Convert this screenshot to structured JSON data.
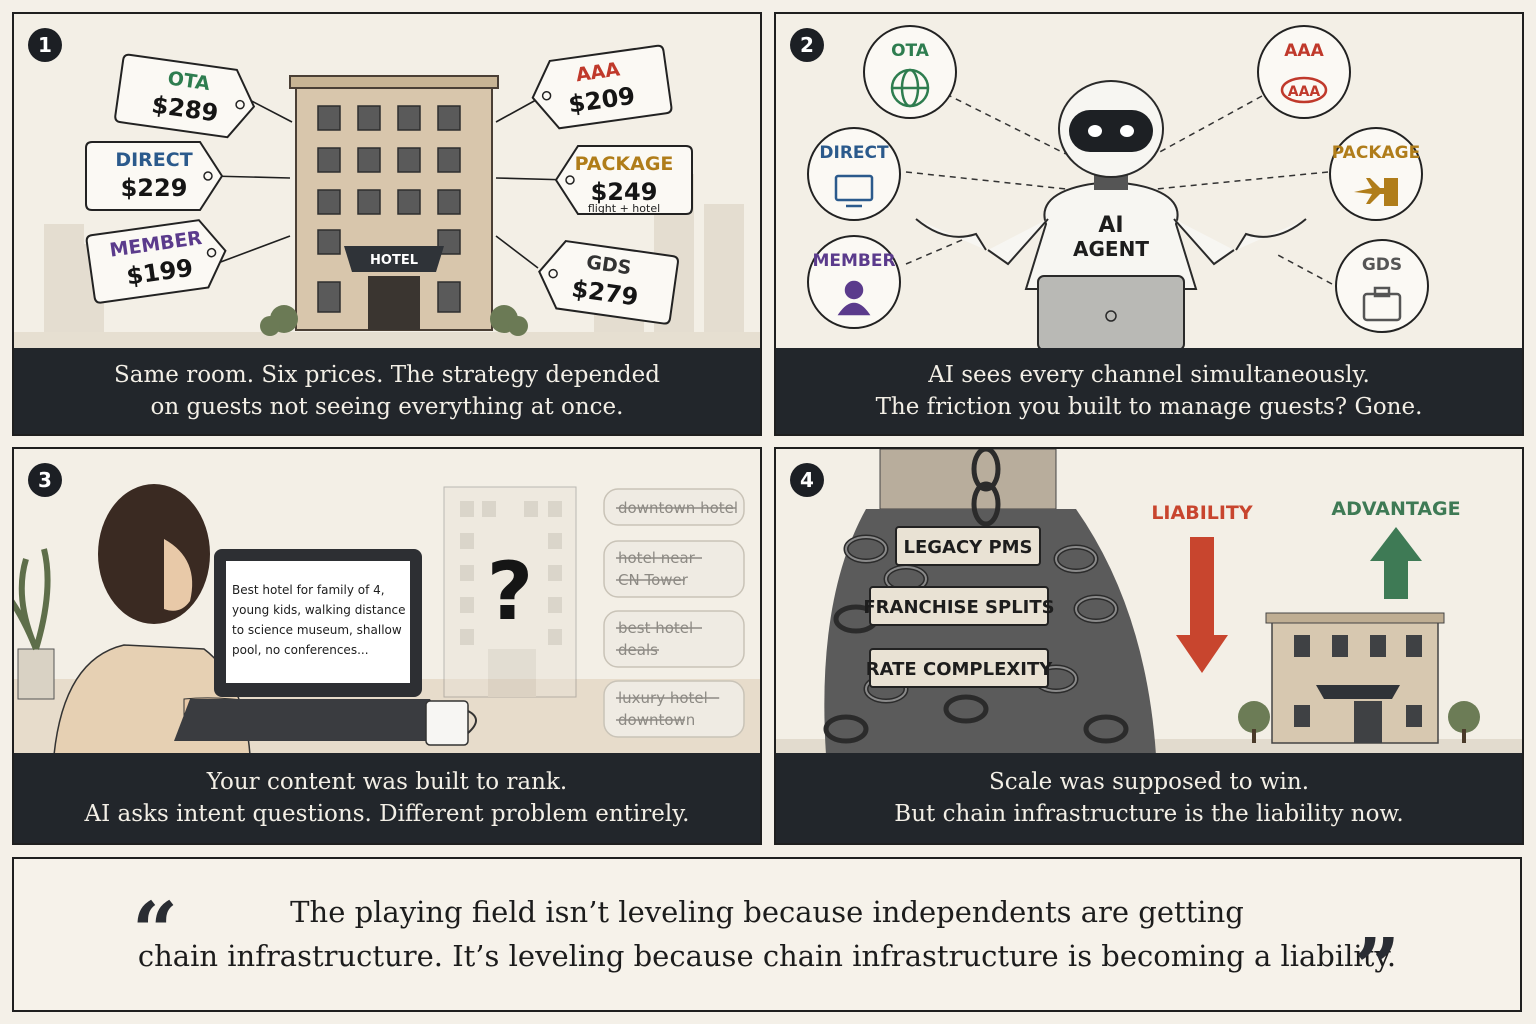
{
  "panel1": {
    "number": "1",
    "hotel_sign": "HOTEL",
    "tags": [
      {
        "label": "OTA",
        "price": "$289",
        "color": "#2e7d4f"
      },
      {
        "label": "DIRECT",
        "price": "$229",
        "color": "#2b5a8c"
      },
      {
        "label": "MEMBER",
        "price": "$199",
        "color": "#5b3b8c"
      },
      {
        "label": "AAA",
        "price": "$209",
        "color": "#c0392b"
      },
      {
        "label": "PACKAGE",
        "price": "$249",
        "color": "#b07d1a",
        "sub": "flight + hotel"
      },
      {
        "label": "GDS",
        "price": "$279",
        "color": "#333333"
      }
    ],
    "caption_line1": "Same room. Six prices. The strategy depended",
    "caption_line2": "on guests not seeing everything at once."
  },
  "panel2": {
    "number": "2",
    "agent_line1": "AI",
    "agent_line2": "AGENT",
    "channels": [
      {
        "label": "OTA",
        "icon": "globe-icon",
        "color": "#2e7d4f"
      },
      {
        "label": "DIRECT",
        "icon": "monitor-icon",
        "color": "#2b5a8c"
      },
      {
        "label": "MEMBER",
        "icon": "person-icon",
        "color": "#5b3b8c"
      },
      {
        "label": "AAA",
        "icon": "aaa-logo-icon",
        "color": "#c0392b"
      },
      {
        "label": "PACKAGE",
        "icon": "plane-building-icon",
        "color": "#b07d1a"
      },
      {
        "label": "GDS",
        "icon": "briefcase-icon",
        "color": "#555555"
      }
    ],
    "caption_line1": "AI sees every channel simultaneously.",
    "caption_line2": "The friction you built to manage guests? Gone."
  },
  "panel3": {
    "number": "3",
    "screen_lines": [
      "Best hotel for family of 4,",
      "young kids, walking distance",
      "to science museum, shallow",
      "pool, no conferences..."
    ],
    "question_mark": "?",
    "search_terms": [
      [
        "downtown hotel"
      ],
      [
        "hotel near",
        "CN Tower"
      ],
      [
        "best hotel",
        "deals"
      ],
      [
        "luxury hotel",
        "downtown"
      ]
    ],
    "caption_line1": "Your content was built to rank.",
    "caption_line2": "AI asks intent questions. Different problem entirely."
  },
  "panel4": {
    "number": "4",
    "signs": [
      "LEGACY PMS",
      "FRANCHISE SPLITS",
      "RATE COMPLEXITY"
    ],
    "liability_label": "LIABILITY",
    "advantage_label": "ADVANTAGE",
    "liability_color": "#c8452e",
    "advantage_color": "#3e7a55",
    "caption_line1": "Scale was supposed to win.",
    "caption_line2": "But chain infrastructure is the liability now."
  },
  "quote": {
    "open_mark": "“",
    "close_mark": "”",
    "line1": "The playing field isn’t leveling because independents are getting",
    "line2": "chain infrastructure. It’s leveling because chain infrastructure is becoming a liability."
  }
}
